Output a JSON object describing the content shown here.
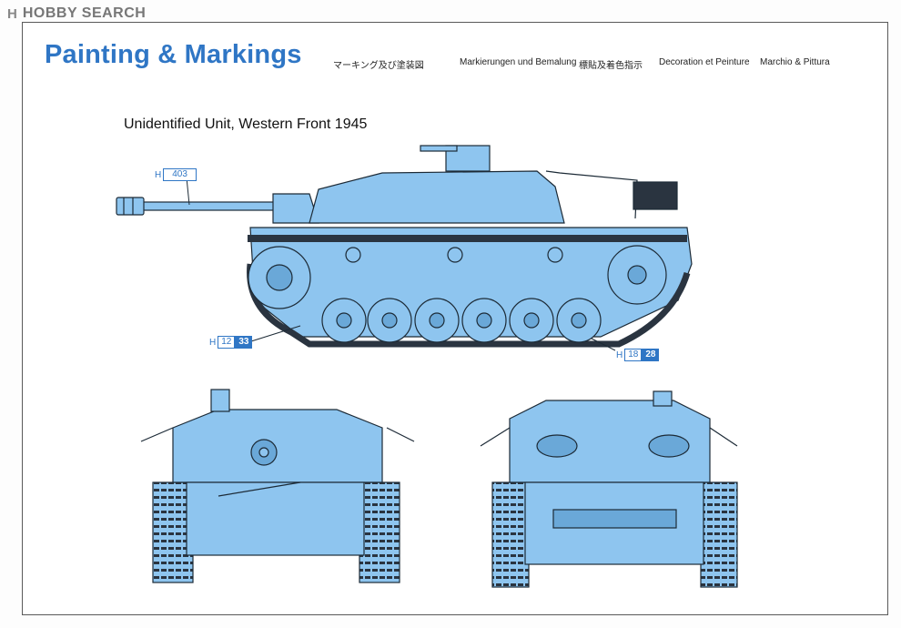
{
  "header": {
    "logo_text": "HOBBY SEARCH",
    "logo_mark": "H"
  },
  "page": {
    "title": "Painting & Markings",
    "languages": [
      "マーキング及び塗装図",
      "Markierungen und Bemalung",
      "標貼及着色指示",
      "Decoration et Peinture",
      "Marchio & Pittura"
    ],
    "subtitle": "Unidentified Unit, Western Front 1945"
  },
  "callouts": {
    "barrel": {
      "prefix": "H",
      "code": "403"
    },
    "wheels": {
      "prefix": "H",
      "code1": "12",
      "code2": "33"
    },
    "tracks": {
      "prefix": "H",
      "code1": "18",
      "code2": "28"
    }
  },
  "colors": {
    "vehicle_fill": "#8ec5ef",
    "vehicle_shade": "#6aa8d8",
    "line": "#1c2a36",
    "accent": "#2f76c5"
  }
}
